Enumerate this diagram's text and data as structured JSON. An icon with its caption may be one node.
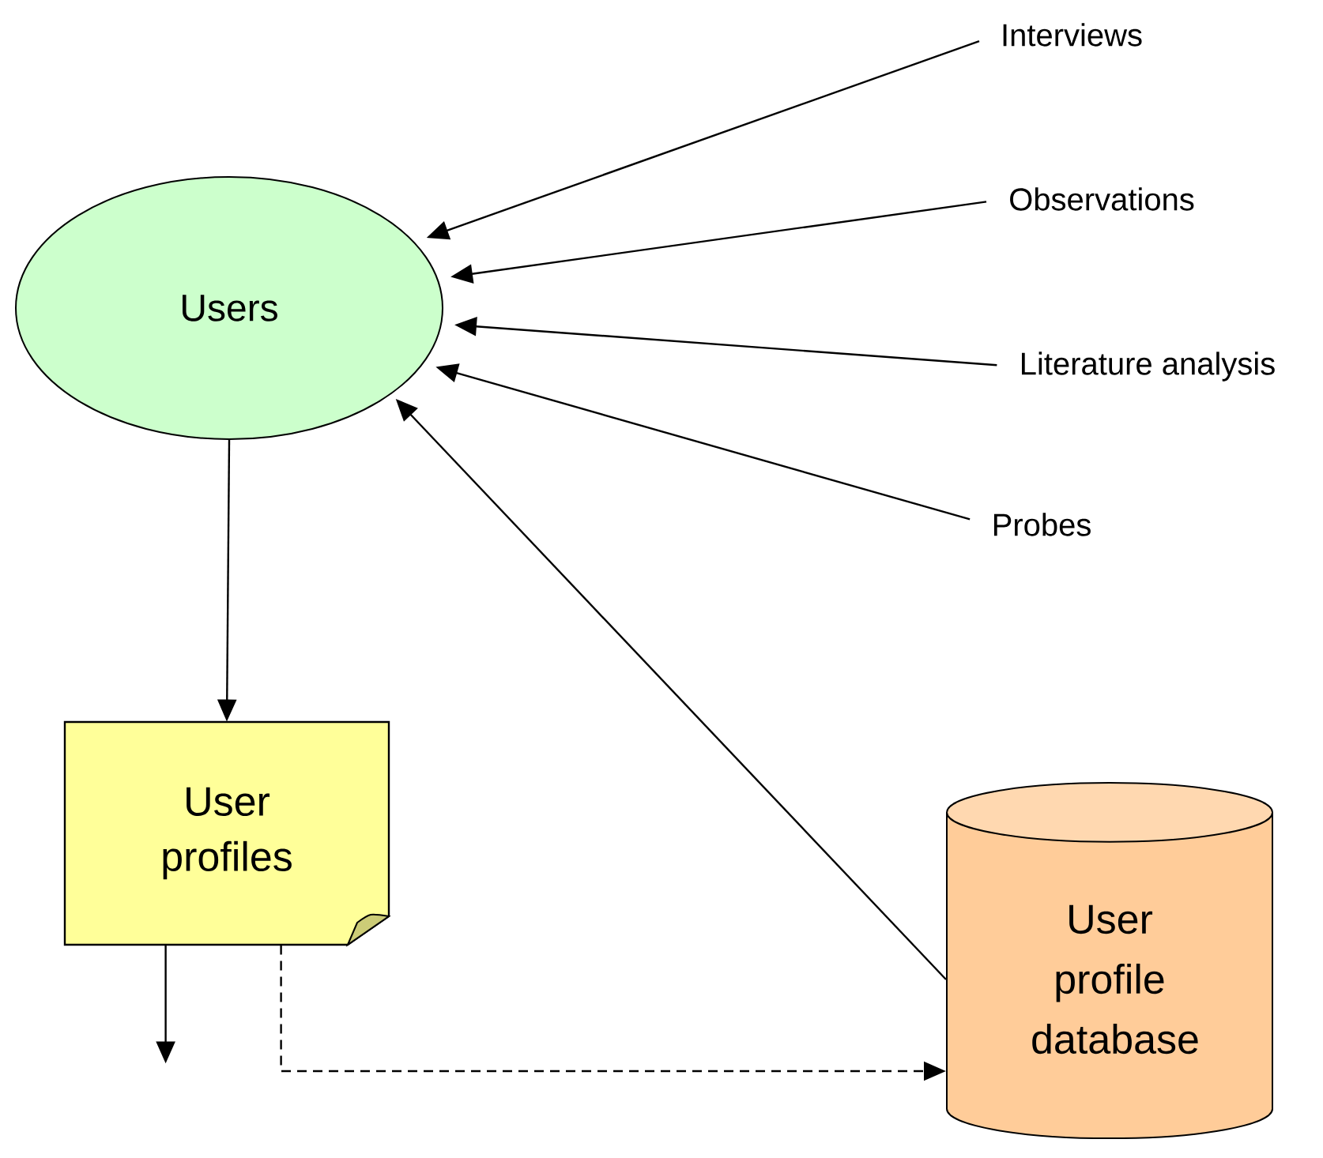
{
  "diagram": {
    "nodes": [
      {
        "text": [
          "Users"
        ]
      },
      {
        "text": [
          "Interviews"
        ]
      },
      {
        "text": [
          "Observations"
        ]
      },
      {
        "text": [
          "Literature analysis"
        ]
      },
      {
        "text": [
          "Probes"
        ]
      },
      {
        "text": [
          "User profiles"
        ]
      },
      {
        "text": [
          "User profile database"
        ]
      }
    ],
    "edges": [
      {
        "from": 1,
        "to": 0,
        "arrow": "to"
      },
      {
        "from": 2,
        "to": 0,
        "arrow": "to"
      },
      {
        "from": 3,
        "to": 0,
        "arrow": "to"
      },
      {
        "from": 4,
        "to": 0,
        "arrow": "to"
      },
      {
        "from": 0,
        "to": 5,
        "arrow": "to"
      },
      {
        "from": 6,
        "to": 0,
        "arrow": "to"
      },
      {
        "from": 5,
        "to": 6,
        "arrow": "to",
        "style": "dashed"
      },
      {
        "from": 5,
        "to": null,
        "arrow": "to"
      }
    ]
  }
}
